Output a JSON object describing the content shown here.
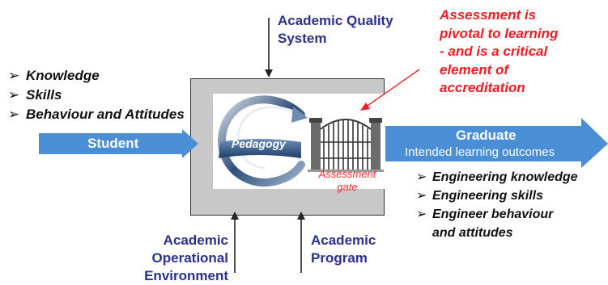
{
  "inputs": {
    "bullet": "➢",
    "items": [
      "Knowledge",
      "Skills",
      "Behaviour and Attitudes"
    ]
  },
  "student_arrow": {
    "label": "Student"
  },
  "aqs_label": {
    "line1": "Academic Quality",
    "line2": "System"
  },
  "note": {
    "line1": "Assessment is",
    "line2": "pivotal to learning",
    "line3": "- and is a critical",
    "line4": "element of",
    "line5": "accreditation"
  },
  "process_box": {
    "pedagogy_label": "Pedagogy",
    "gate_label_line1": "Assessment",
    "gate_label_line2": "gate"
  },
  "graduate_arrow": {
    "title": "Graduate",
    "subtitle": "Intended learning outcomes"
  },
  "outputs": {
    "bullet": "➢",
    "items": [
      "Engineering knowledge",
      "Engineering skills",
      "Engineer behaviour"
    ],
    "item3_line2": "and attitudes"
  },
  "bottom_left_label": {
    "line1": "Academic",
    "line2": "Operational",
    "line3": "Environment"
  },
  "bottom_right_label": {
    "line1": "Academic",
    "line2": "Program"
  },
  "colors": {
    "arrow_blue": "#4a8fd6",
    "box_gray": "#c8c8c8",
    "label_blue": "#2b2f8f",
    "note_red": "#ee1c24",
    "gate_red": "#ff2a2a"
  }
}
